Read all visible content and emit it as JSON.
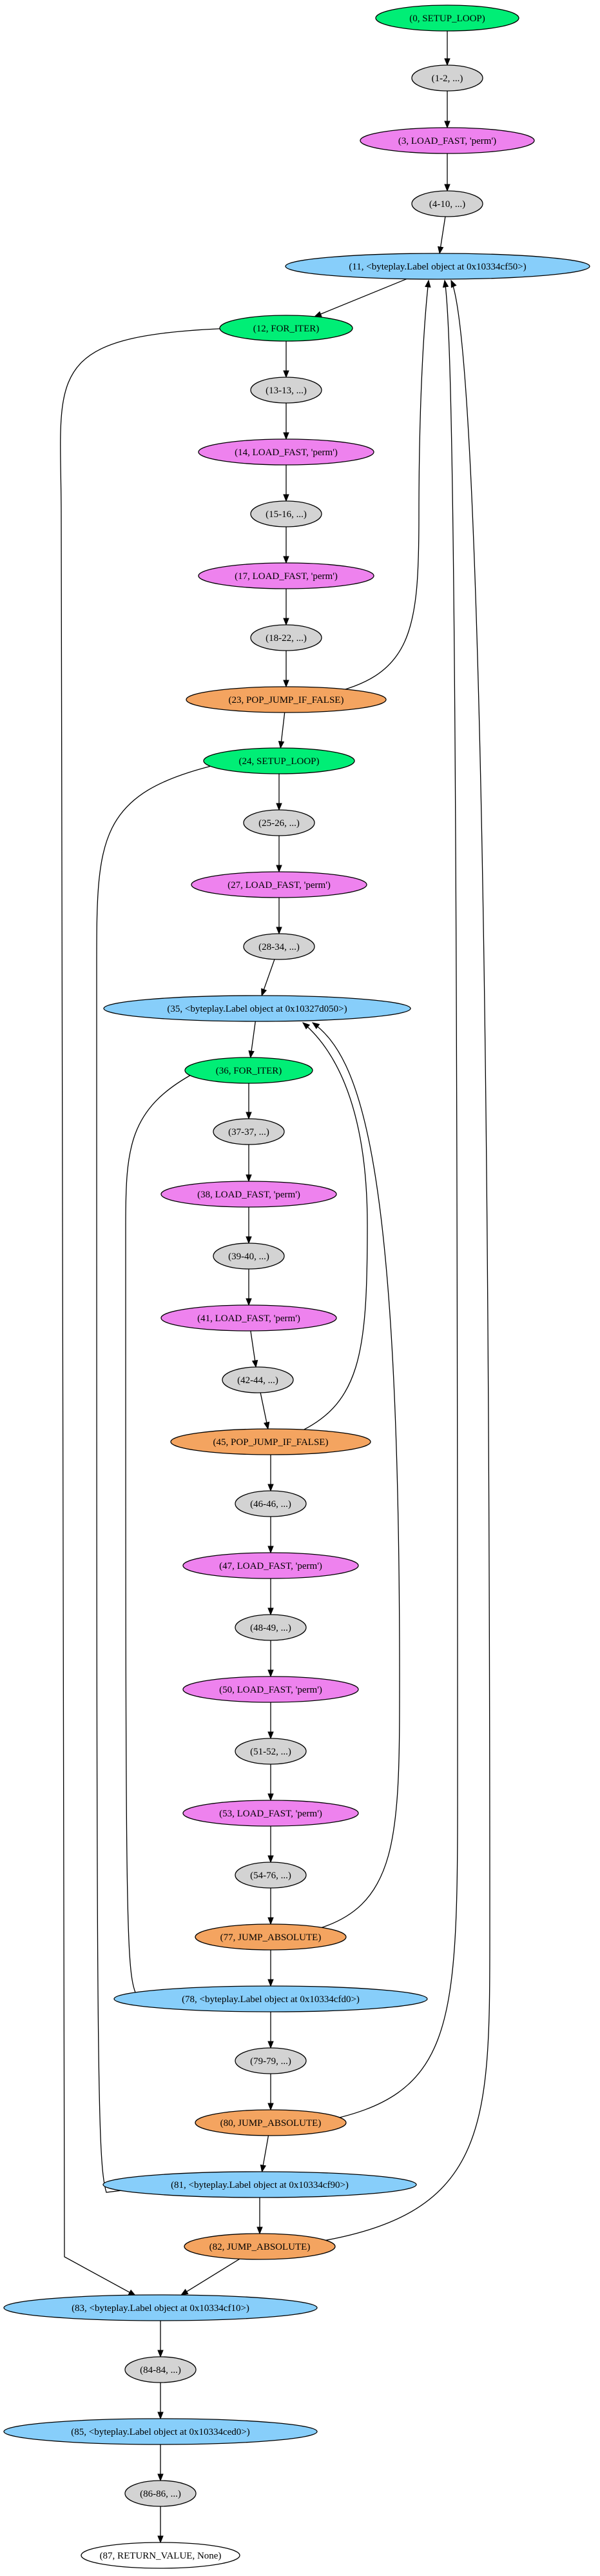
{
  "colors": {
    "setup_loop": "#00ee76",
    "for_iter": "#00ee76",
    "load_fast": "#ee82ee",
    "range": "#d3d3d3",
    "label": "#87cefa",
    "jump": "#f4a460",
    "return": "#ffffff"
  },
  "nodes": [
    {
      "id": "n0",
      "label": "(0, SETUP_LOOP)",
      "kind": "setup_loop"
    },
    {
      "id": "n1",
      "label": "(1-2, ...)",
      "kind": "range"
    },
    {
      "id": "n3",
      "label": "(3, LOAD_FAST, 'perm')",
      "kind": "load_fast"
    },
    {
      "id": "n4",
      "label": "(4-10, ...)",
      "kind": "range"
    },
    {
      "id": "n11",
      "label": "(11, <byteplay.Label object at 0x10334cf50>)",
      "kind": "label"
    },
    {
      "id": "n12",
      "label": "(12, FOR_ITER)",
      "kind": "for_iter"
    },
    {
      "id": "n13",
      "label": "(13-13, ...)",
      "kind": "range"
    },
    {
      "id": "n14",
      "label": "(14, LOAD_FAST, 'perm')",
      "kind": "load_fast"
    },
    {
      "id": "n15",
      "label": "(15-16, ...)",
      "kind": "range"
    },
    {
      "id": "n17",
      "label": "(17, LOAD_FAST, 'perm')",
      "kind": "load_fast"
    },
    {
      "id": "n18",
      "label": "(18-22, ...)",
      "kind": "range"
    },
    {
      "id": "n23",
      "label": "(23, POP_JUMP_IF_FALSE)",
      "kind": "jump"
    },
    {
      "id": "n24",
      "label": "(24, SETUP_LOOP)",
      "kind": "setup_loop"
    },
    {
      "id": "n25",
      "label": "(25-26, ...)",
      "kind": "range"
    },
    {
      "id": "n27",
      "label": "(27, LOAD_FAST, 'perm')",
      "kind": "load_fast"
    },
    {
      "id": "n28",
      "label": "(28-34, ...)",
      "kind": "range"
    },
    {
      "id": "n35",
      "label": "(35, <byteplay.Label object at 0x10327d050>)",
      "kind": "label"
    },
    {
      "id": "n36",
      "label": "(36, FOR_ITER)",
      "kind": "for_iter"
    },
    {
      "id": "n37",
      "label": "(37-37, ...)",
      "kind": "range"
    },
    {
      "id": "n38",
      "label": "(38, LOAD_FAST, 'perm')",
      "kind": "load_fast"
    },
    {
      "id": "n39",
      "label": "(39-40, ...)",
      "kind": "range"
    },
    {
      "id": "n41",
      "label": "(41, LOAD_FAST, 'perm')",
      "kind": "load_fast"
    },
    {
      "id": "n42",
      "label": "(42-44, ...)",
      "kind": "range"
    },
    {
      "id": "n45",
      "label": "(45, POP_JUMP_IF_FALSE)",
      "kind": "jump"
    },
    {
      "id": "n46",
      "label": "(46-46, ...)",
      "kind": "range"
    },
    {
      "id": "n47",
      "label": "(47, LOAD_FAST, 'perm')",
      "kind": "load_fast"
    },
    {
      "id": "n48",
      "label": "(48-49, ...)",
      "kind": "range"
    },
    {
      "id": "n50",
      "label": "(50, LOAD_FAST, 'perm')",
      "kind": "load_fast"
    },
    {
      "id": "n51",
      "label": "(51-52, ...)",
      "kind": "range"
    },
    {
      "id": "n53",
      "label": "(53, LOAD_FAST, 'perm')",
      "kind": "load_fast"
    },
    {
      "id": "n54",
      "label": "(54-76, ...)",
      "kind": "range"
    },
    {
      "id": "n77",
      "label": "(77, JUMP_ABSOLUTE)",
      "kind": "jump"
    },
    {
      "id": "n78",
      "label": "(78, <byteplay.Label object at 0x10334cfd0>)",
      "kind": "label"
    },
    {
      "id": "n79",
      "label": "(79-79, ...)",
      "kind": "range"
    },
    {
      "id": "n80",
      "label": "(80, JUMP_ABSOLUTE)",
      "kind": "jump"
    },
    {
      "id": "n81",
      "label": "(81, <byteplay.Label object at 0x10334cf90>)",
      "kind": "label"
    },
    {
      "id": "n82",
      "label": "(82, JUMP_ABSOLUTE)",
      "kind": "jump"
    },
    {
      "id": "n83",
      "label": "(83, <byteplay.Label object at 0x10334cf10>)",
      "kind": "label"
    },
    {
      "id": "n84",
      "label": "(84-84, ...)",
      "kind": "range"
    },
    {
      "id": "n85",
      "label": "(85, <byteplay.Label object at 0x10334ced0>)",
      "kind": "label"
    },
    {
      "id": "n86",
      "label": "(86-86, ...)",
      "kind": "range"
    },
    {
      "id": "n87",
      "label": "(87, RETURN_VALUE, None)",
      "kind": "return"
    }
  ],
  "edges": [
    {
      "from": "n0",
      "to": "n1"
    },
    {
      "from": "n1",
      "to": "n3"
    },
    {
      "from": "n3",
      "to": "n4"
    },
    {
      "from": "n4",
      "to": "n11"
    },
    {
      "from": "n11",
      "to": "n12"
    },
    {
      "from": "n12",
      "to": "n13"
    },
    {
      "from": "n12",
      "to": "n83"
    },
    {
      "from": "n13",
      "to": "n14"
    },
    {
      "from": "n14",
      "to": "n15"
    },
    {
      "from": "n15",
      "to": "n17"
    },
    {
      "from": "n17",
      "to": "n18"
    },
    {
      "from": "n18",
      "to": "n23"
    },
    {
      "from": "n23",
      "to": "n11"
    },
    {
      "from": "n23",
      "to": "n24"
    },
    {
      "from": "n24",
      "to": "n25"
    },
    {
      "from": "n24",
      "to": "n81"
    },
    {
      "from": "n25",
      "to": "n27"
    },
    {
      "from": "n27",
      "to": "n28"
    },
    {
      "from": "n28",
      "to": "n35"
    },
    {
      "from": "n35",
      "to": "n36"
    },
    {
      "from": "n36",
      "to": "n37"
    },
    {
      "from": "n36",
      "to": "n78"
    },
    {
      "from": "n37",
      "to": "n38"
    },
    {
      "from": "n38",
      "to": "n39"
    },
    {
      "from": "n39",
      "to": "n41"
    },
    {
      "from": "n41",
      "to": "n42"
    },
    {
      "from": "n42",
      "to": "n45"
    },
    {
      "from": "n45",
      "to": "n35"
    },
    {
      "from": "n45",
      "to": "n46"
    },
    {
      "from": "n46",
      "to": "n47"
    },
    {
      "from": "n47",
      "to": "n48"
    },
    {
      "from": "n48",
      "to": "n50"
    },
    {
      "from": "n50",
      "to": "n51"
    },
    {
      "from": "n51",
      "to": "n53"
    },
    {
      "from": "n53",
      "to": "n54"
    },
    {
      "from": "n54",
      "to": "n77"
    },
    {
      "from": "n77",
      "to": "n35"
    },
    {
      "from": "n77",
      "to": "n78"
    },
    {
      "from": "n78",
      "to": "n79"
    },
    {
      "from": "n79",
      "to": "n80"
    },
    {
      "from": "n80",
      "to": "n11"
    },
    {
      "from": "n80",
      "to": "n81"
    },
    {
      "from": "n81",
      "to": "n82"
    },
    {
      "from": "n82",
      "to": "n11"
    },
    {
      "from": "n82",
      "to": "n83"
    },
    {
      "from": "n83",
      "to": "n84"
    },
    {
      "from": "n84",
      "to": "n85"
    },
    {
      "from": "n85",
      "to": "n86"
    },
    {
      "from": "n86",
      "to": "n87"
    }
  ]
}
